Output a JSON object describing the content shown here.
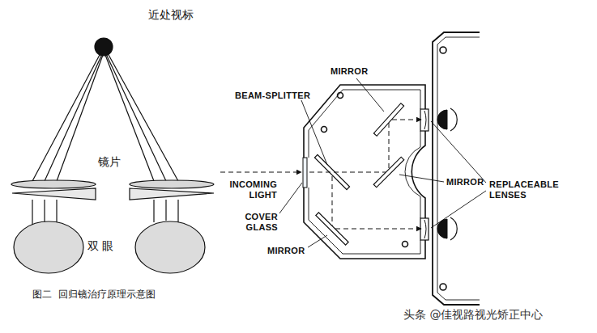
{
  "diagram": {
    "caption": "图二  回归镜治疗原理示意图",
    "labels": [
      "近处视标",
      "镜片",
      "双 眼",
      "MIRROR",
      "BEAM-SPLITTER",
      "INCOMING LIGHT",
      "MIRROR",
      "REPLACEABLE LENSES",
      "COVER GLASS",
      "MIRROR",
      "头条 @佳视路视光矫正中心"
    ]
  }
}
